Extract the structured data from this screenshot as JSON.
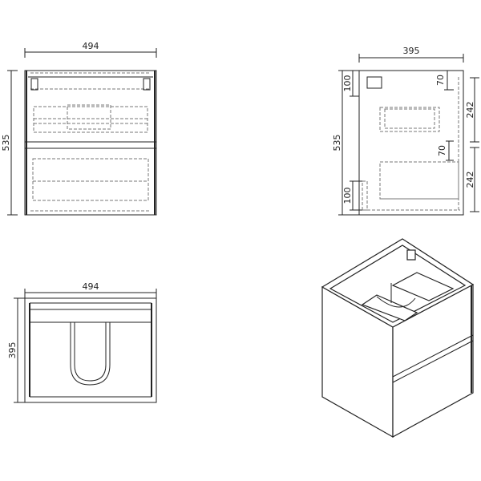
{
  "front_view": {
    "width_label": "494",
    "height_label": "535"
  },
  "side_view": {
    "depth_label": "395",
    "height_label": "535",
    "top_offset_label": "100",
    "bottom_offset_label": "100",
    "upper_gap_label": "70",
    "lower_gap_label": "70",
    "upper_drawer_label": "242",
    "lower_drawer_label": "242"
  },
  "top_view": {
    "width_label": "494",
    "depth_label": "395"
  },
  "line_color": "#222222",
  "hidden_line_color": "#777777"
}
